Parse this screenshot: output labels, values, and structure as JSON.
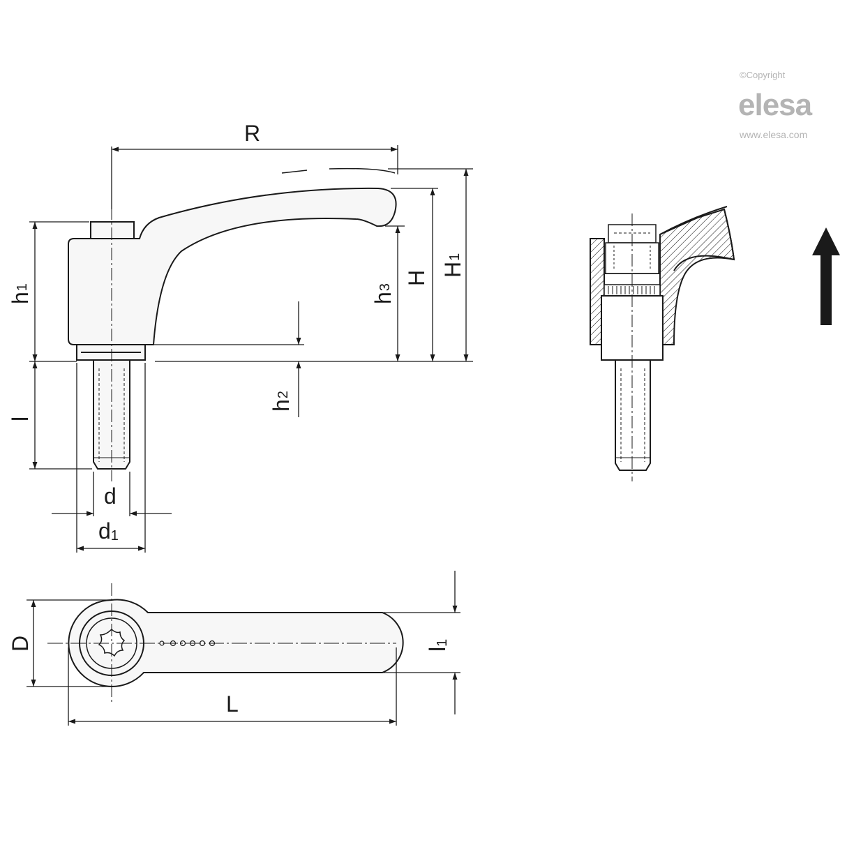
{
  "brand": {
    "copyright": "©Copyright",
    "name": "elesa",
    "url": "www.elesa.com"
  },
  "dimensions": {
    "R": "R",
    "h1": "h",
    "h1_sub": "1",
    "h3": "h",
    "h3_sub": "3",
    "H": "H",
    "H1": "H",
    "H1_sub": "1",
    "h2": "h",
    "h2_sub": "2",
    "l": "l",
    "d": "d",
    "d1": "d",
    "d1_sub": "1",
    "D": "D",
    "L": "L",
    "l1": "l",
    "l1_sub": "1"
  },
  "colors": {
    "line": "#1a1a1a",
    "body_fill": "#f7f7f7",
    "brand_gray": "#b4b4b4"
  },
  "icons": {
    "direction": "arrow-up-icon",
    "torx": "torx-star-icon"
  }
}
